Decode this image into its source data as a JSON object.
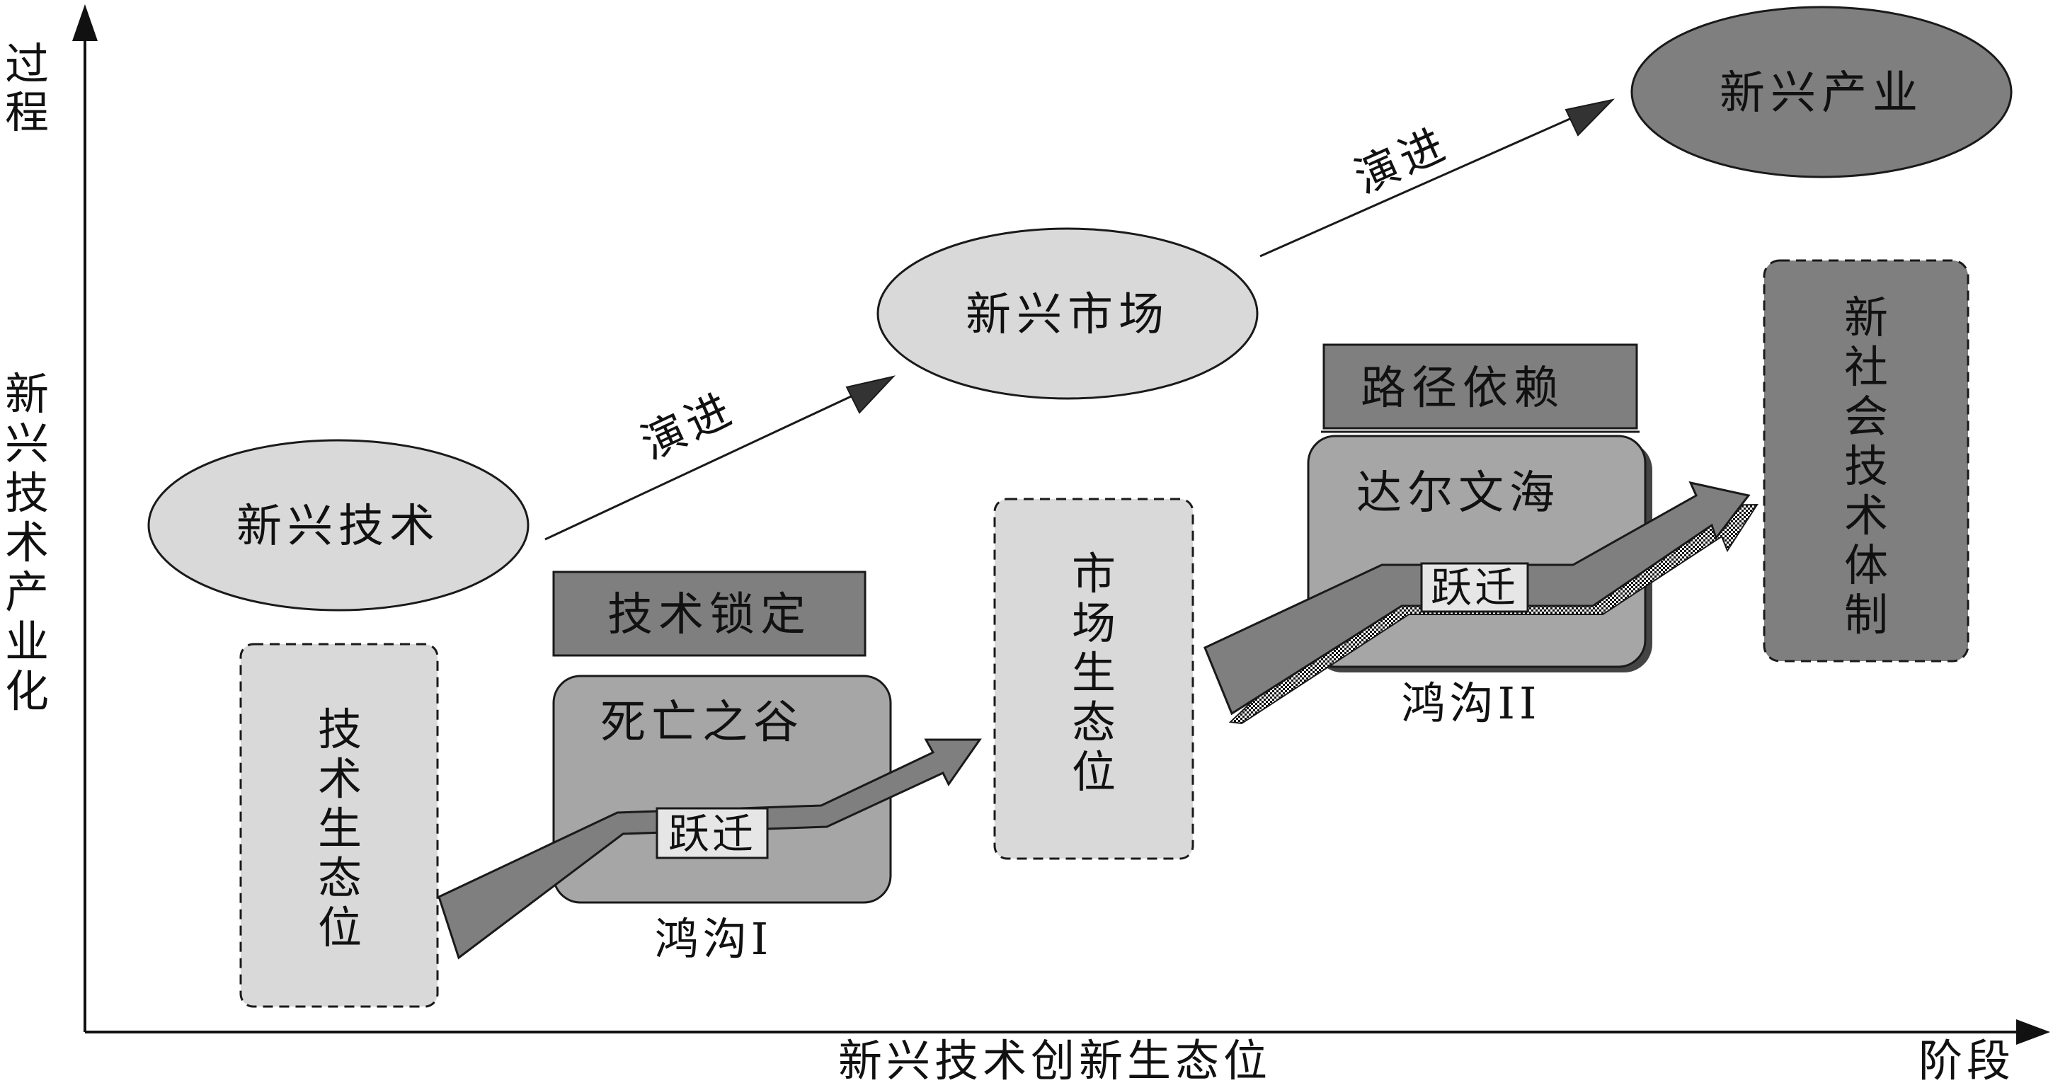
{
  "axes": {
    "y_label_top": [
      "过",
      "程"
    ],
    "y_label_middle": [
      "新",
      "兴",
      "技",
      "术",
      "产",
      "业",
      "化"
    ],
    "x_label": "新兴技术创新生态位",
    "x_label_right": "阶段"
  },
  "ellipses": {
    "emerging_technology": "新兴技术",
    "emerging_market": "新兴市场",
    "emerging_industry": "新兴产业"
  },
  "evolution_labels": {
    "first": "演进",
    "second": "演进"
  },
  "niche_boxes": {
    "technology_niche": [
      "技",
      "术",
      "生",
      "态",
      "位"
    ],
    "market_niche": [
      "市",
      "场",
      "生",
      "态",
      "位"
    ],
    "socio_technical_regime": [
      "新",
      "社",
      "会",
      "技",
      "术",
      "体",
      "制"
    ]
  },
  "barriers": {
    "tech_lock": "技术锁定",
    "path_dependency": "路径依赖"
  },
  "chasms": {
    "valley_of_death": "死亡之谷",
    "darwinian_sea": "达尔文海",
    "chasm_one": "鸿沟I",
    "chasm_two": "鸿沟II"
  },
  "leaps": {
    "leap_one": "跃迁",
    "leap_two": "跃迁"
  },
  "colors": {
    "light_fill": "#d9d9d9",
    "mid_fill": "#a6a6a6",
    "dark_fill": "#7f7f7f",
    "darker_fill": "#6e6e6e",
    "stroke": "#1a1a1a"
  }
}
